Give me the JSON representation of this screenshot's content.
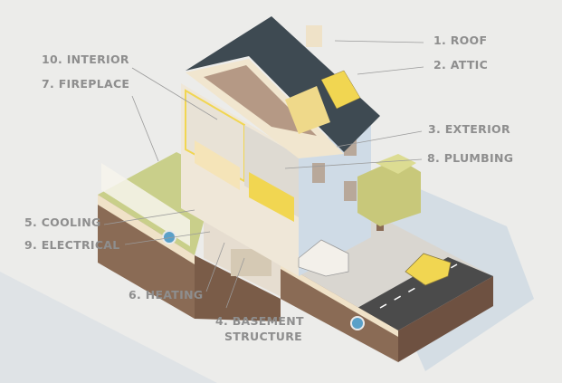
{
  "labels": {
    "roof": "1. ROOF",
    "attic": "2. ATTIC",
    "exterior": "3. EXTERIOR",
    "basement_line1": "4. BASEMENT",
    "basement_line2": "STRUCTURE",
    "cooling": "5. COOLING",
    "heating": "6. HEATING",
    "fireplace": "7. FIREPLACE",
    "plumbing": "8. PLUMBING",
    "electrical": "9. ELECTRICAL",
    "interior": "10. INTERIOR"
  },
  "colors": {
    "background": "#ececea",
    "roof": "#3e4a52",
    "soil": "#8a6b55",
    "grass": "#c9cf8a",
    "wall_cream": "#f1e6cf",
    "wall_blue": "#cfdbe6",
    "accent_yellow": "#f1d651",
    "road": "#4b4b4b",
    "label_text": "#8e8e8e"
  }
}
